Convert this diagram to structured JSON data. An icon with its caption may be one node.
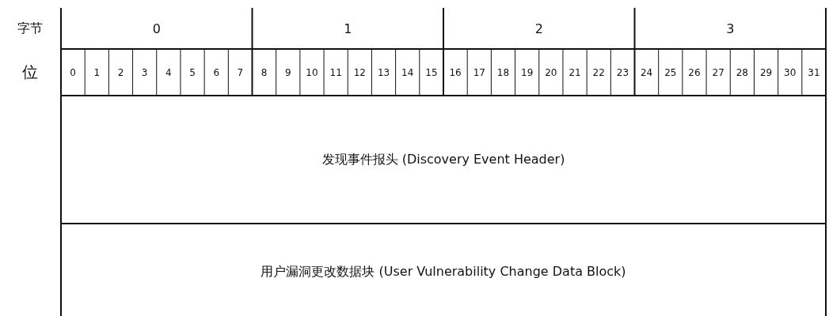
{
  "diagram": {
    "nodes": [
      {
        "text": [
          "发现事件报头 (Discovery Event Header)"
        ]
      },
      {
        "text": [
          "用户漏洞更改数据块 (User Vulnerability Change Data Block)"
        ]
      }
    ],
    "labels": [
      "字节",
      "0",
      "1",
      "2",
      "3",
      "位",
      "0",
      "1",
      "2",
      "3",
      "4",
      "5",
      "6",
      "7",
      "8",
      "9",
      "10",
      "11",
      "12",
      "13",
      "14",
      "15",
      "16",
      "17",
      "18",
      "19",
      "20",
      "21",
      "22",
      "23",
      "24",
      "25",
      "26",
      "27",
      "28",
      "29",
      "30",
      "31"
    ]
  }
}
